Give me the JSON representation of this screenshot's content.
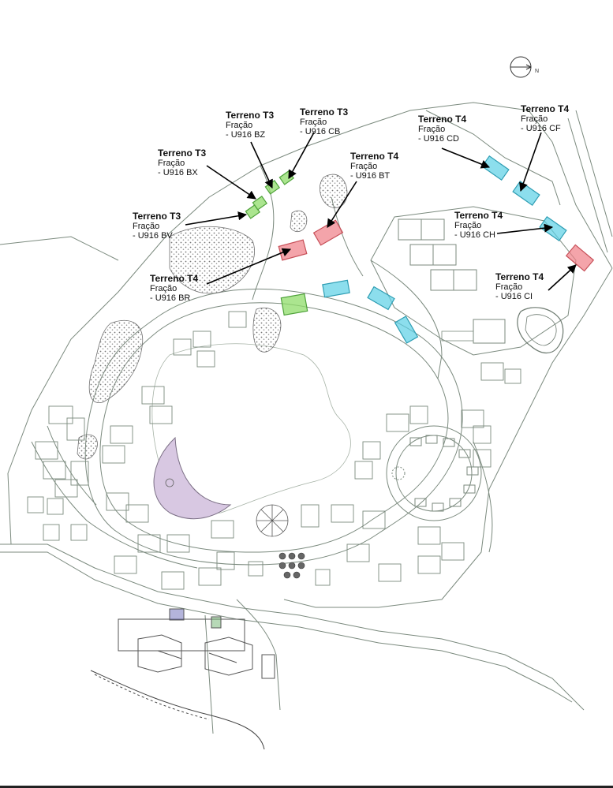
{
  "labels": [
    {
      "id": "bz",
      "title": "Terreno T3",
      "sub": "Fração",
      "code": "- U916 BZ",
      "category": "T3"
    },
    {
      "id": "cb",
      "title": "Terreno T3",
      "sub": "Fração",
      "code": "- U916 CB",
      "category": "T3"
    },
    {
      "id": "bx",
      "title": "Terreno T3",
      "sub": "Fração",
      "code": "- U916 BX",
      "category": "T3"
    },
    {
      "id": "bv",
      "title": "Terreno T3",
      "sub": "Fração",
      "code": "- U916 BV",
      "category": "T3"
    },
    {
      "id": "bt",
      "title": "Terreno T4",
      "sub": "Fração",
      "code": "- U916 BT",
      "category": "T4"
    },
    {
      "id": "br",
      "title": "Terreno T4",
      "sub": "Fração",
      "code": "- U916 BR",
      "category": "T4"
    },
    {
      "id": "cd",
      "title": "Terreno T4",
      "sub": "Fração",
      "code": "- U916 CD",
      "category": "T4"
    },
    {
      "id": "cf",
      "title": "Terreno T4",
      "sub": "Fração",
      "code": "- U916 CF",
      "category": "T4"
    },
    {
      "id": "ch",
      "title": "Terreno T4",
      "sub": "Fração",
      "code": "- U916 CH",
      "category": "T4"
    },
    {
      "id": "ci",
      "title": "Terreno T4",
      "sub": "Fração",
      "code": "- U916 CI",
      "category": "T4"
    }
  ],
  "north_label": "N",
  "colors": {
    "green_lot": "#8fdc6a",
    "cyan_lot": "#5bd0e6",
    "red_lot": "#ef7e86",
    "plan_line": "#7b8a7e",
    "vegetation": "#8a8a8a",
    "text": "#111111"
  },
  "icons": [
    "north-arrow-icon",
    "fountain-icon",
    "tree-cluster-icon"
  ]
}
